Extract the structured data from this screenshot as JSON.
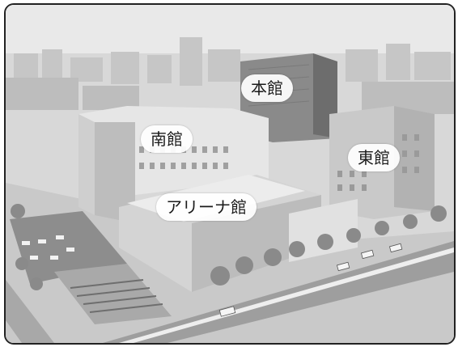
{
  "image": {
    "description_labels": {
      "honkan": "本館",
      "minamikan": "南館",
      "higashikan": "東館",
      "arena": "アリーナ館"
    }
  }
}
